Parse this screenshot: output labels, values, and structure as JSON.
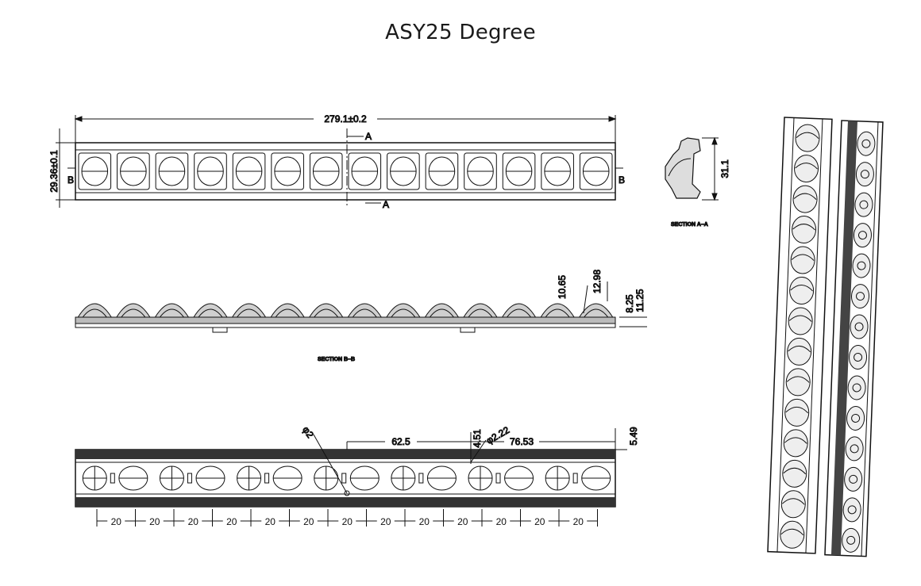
{
  "title": "ASY25 Degree",
  "top_view": {
    "length": "279.1±0.2",
    "width": "29.36±0.1",
    "section_marker": "A",
    "side_marker": "B"
  },
  "section_a": {
    "label": "SECTION A–A",
    "height": "31.1"
  },
  "section_b": {
    "label": "SECTION B–B",
    "dims": [
      "10.65",
      "12.98",
      "8.25",
      "11.25"
    ]
  },
  "bottom_view": {
    "hole1": "φ2",
    "hole2": "φ2.22",
    "dims": [
      "62.5",
      "4.51",
      "76.53",
      "5.49"
    ],
    "pitch": "20"
  }
}
